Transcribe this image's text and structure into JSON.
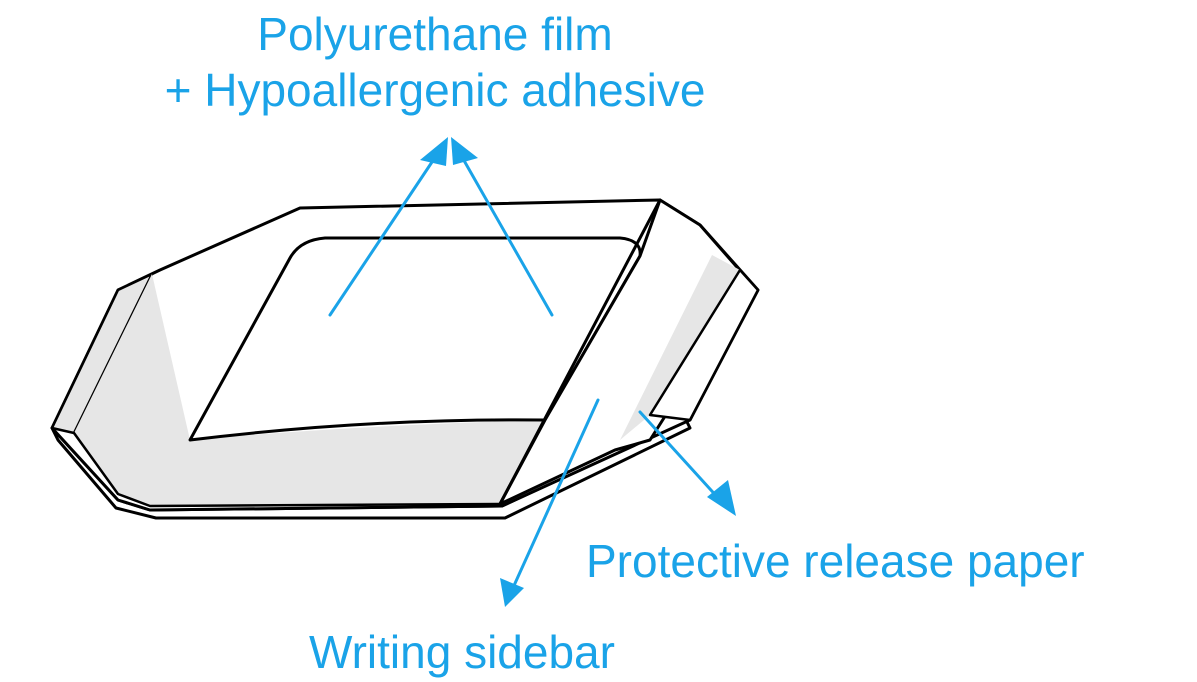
{
  "colors": {
    "accent": "#1aa3e8",
    "outline": "#000000",
    "shade": "#e6e6e6",
    "background": "#ffffff"
  },
  "labels": {
    "film_line1": "Polyurethane film",
    "film_line2": "+ Hypoallergenic adhesive",
    "release_paper": "Protective release paper",
    "writing_sidebar": "Writing sidebar"
  }
}
